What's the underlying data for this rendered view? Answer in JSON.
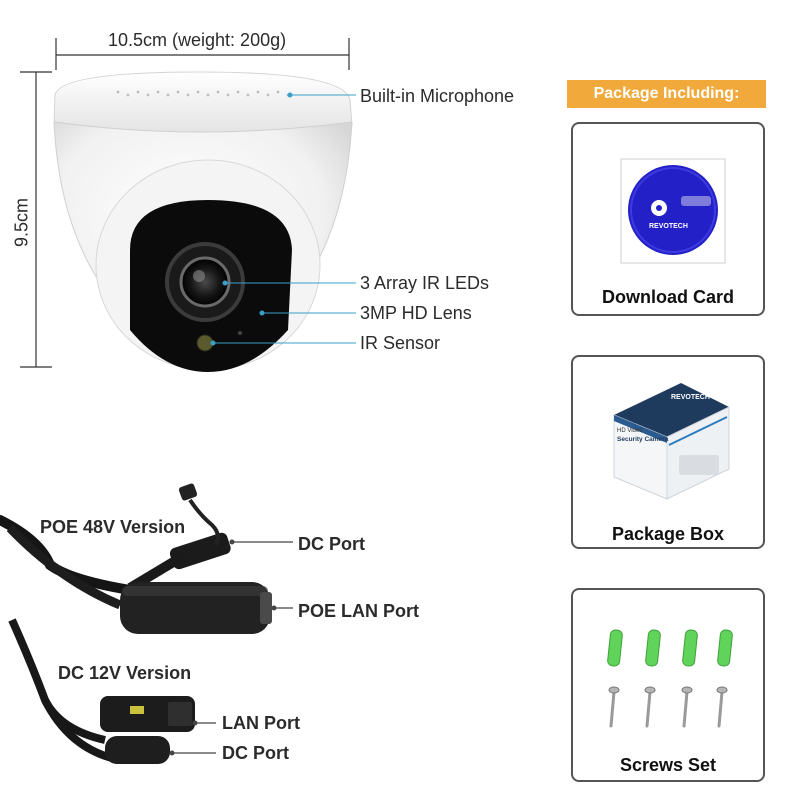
{
  "dimensions": {
    "width_label": "10.5cm (weight: 200g)",
    "height_label": "9.5cm"
  },
  "camera_callouts": {
    "microphone": "Built-in Microphone",
    "ir_leds": "3 Array IR LEDs",
    "lens": "3MP HD Lens",
    "ir_sensor": "IR Sensor"
  },
  "cables": {
    "poe_version": "POE 48V Version",
    "poe_dc_port": "DC Port",
    "poe_lan_port": "POE LAN Port",
    "dc_version": "DC 12V Version",
    "dc_lan_port": "LAN Port",
    "dc_dc_port": "DC Port"
  },
  "package": {
    "header": "Package Including:",
    "items": [
      {
        "label": "Download Card",
        "icon": "cd-icon"
      },
      {
        "label": "Package Box",
        "icon": "box-icon"
      },
      {
        "label": "Screws Set",
        "icon": "screws-icon"
      }
    ],
    "brand_text": "REVOTECH",
    "box_subtitle": "HD Video",
    "box_title": "Security Camera"
  },
  "colors": {
    "header_bg": "#f2a93b",
    "callout_line": "#3aa0c8",
    "cd_blue": "#2320c8",
    "anchor_green": "#5fd35a"
  }
}
